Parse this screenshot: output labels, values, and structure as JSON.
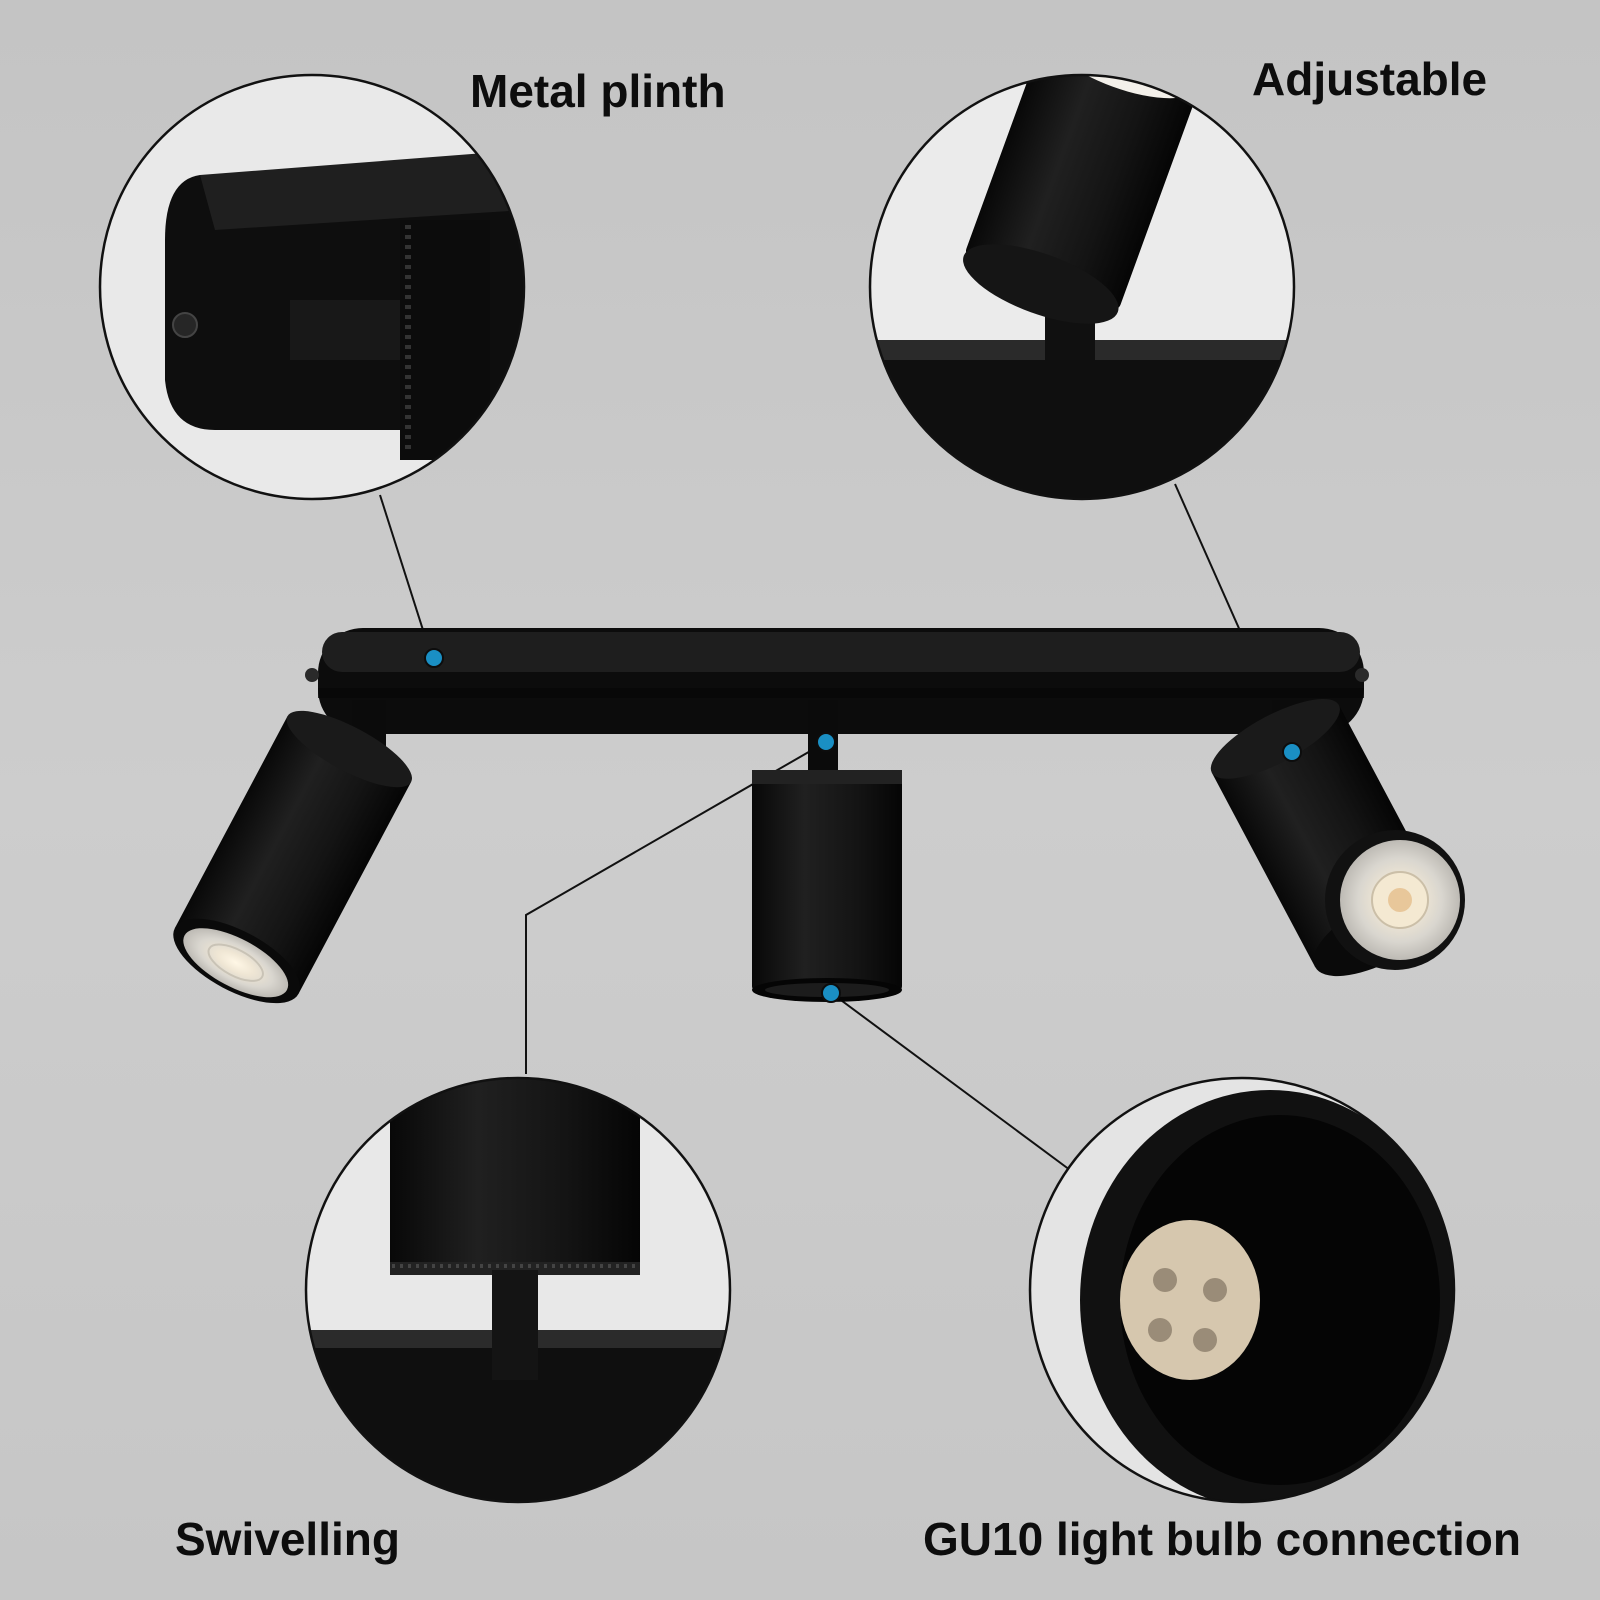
{
  "labels": {
    "metal_plinth": "Metal plinth",
    "adjustable": "Adjustable",
    "swivelling": "Swivelling",
    "gu10_connection": "GU10 light bulb connection"
  },
  "colors": {
    "background": "#c8c8c8",
    "fixture_black": "#111111",
    "marker_dot": "#1a8fc4",
    "leader_line": "#111111",
    "socket_ceramic": "#d6c7ae"
  }
}
